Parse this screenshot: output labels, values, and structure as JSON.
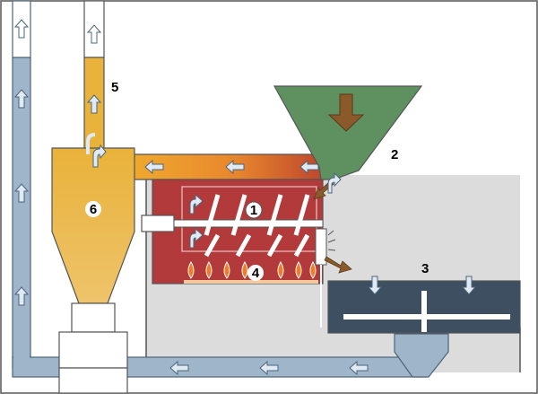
{
  "labels": {
    "burner_conveyor": "1",
    "hopper": "2",
    "mixer": "3",
    "flames": "4",
    "exhaust_stack": "5",
    "cyclone": "6"
  },
  "colors": {
    "background": "#ffffff",
    "room_gray": "#dcdcdc",
    "hopper_green": "#5f9160",
    "reactor_red": "#b33a3a",
    "hot_gas_orange": "#f29a2b",
    "gas_yellow": "#e9b23a",
    "duct_blue": "#9fb5c9",
    "mixer_dark": "#3d4f61",
    "brown_arrow": "#8a5a2b",
    "flame": "#f47a23"
  },
  "icons": {
    "flow_arrow": "arrow-icon",
    "feed_arrow": "down-arrow-icon",
    "flame": "flame-icon"
  }
}
